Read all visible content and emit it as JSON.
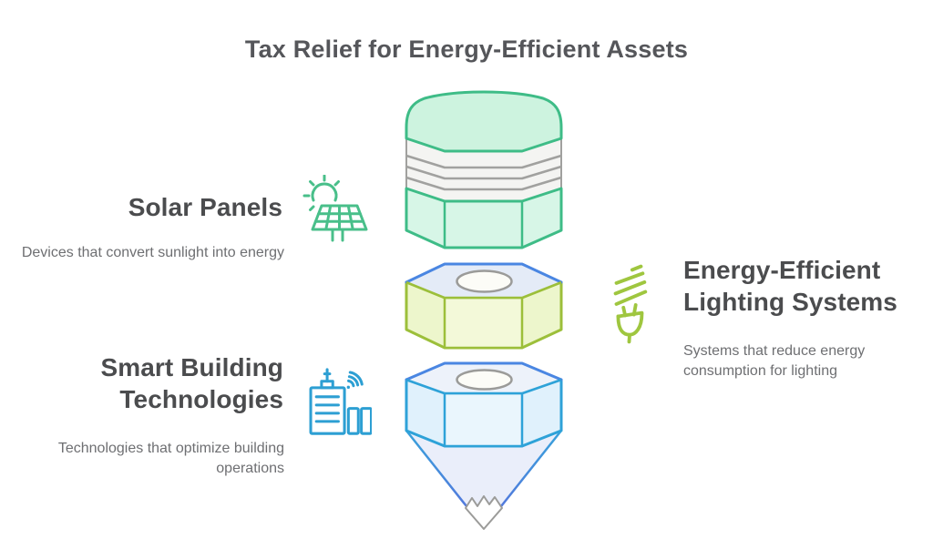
{
  "title": "Tax Relief for Energy-Efficient Assets",
  "sections": [
    {
      "heading": "Solar Panels",
      "description": "Devices that convert sunlight into energy",
      "icon": "solar-panel-icon",
      "icon_color": "#49bf8a",
      "side": "left"
    },
    {
      "heading": "Energy-Efficient Lighting Systems",
      "description": "Systems that reduce energy consumption for lighting",
      "icon": "cfl-bulb-icon",
      "icon_color": "#9fc63f",
      "side": "right"
    },
    {
      "heading": "Smart Building Technologies",
      "description": "Technologies that optimize building operations",
      "icon": "smart-building-icon",
      "icon_color": "#2d9fd3",
      "side": "left"
    }
  ],
  "funnel": {
    "segments": [
      {
        "name": "layered-green-cap",
        "outline": "#3ebc87",
        "fill": "#d7f6e7",
        "stripe_outline": "#a1a19f",
        "stripe_fill": "#f4f4f2"
      },
      {
        "name": "hex-ring-lime",
        "outline": "#9cbf3a",
        "fill": "#edf6cc",
        "top_edge": "#4a86e2",
        "top_fill": "#e4ebf7"
      },
      {
        "name": "hex-funnel-blue",
        "outline": "#2ea2d8",
        "fill": "#e0f1fc",
        "top_edge": "#4a86e2",
        "cone_fill": "#e8ecf9",
        "tip_outline": "#9b9b99"
      }
    ],
    "hole_color": "#9b9b99"
  },
  "colors": {
    "title_text": "#55565a",
    "heading_text": "#4b4c4e",
    "body_text": "#6e6f72",
    "background": "#ffffff"
  }
}
